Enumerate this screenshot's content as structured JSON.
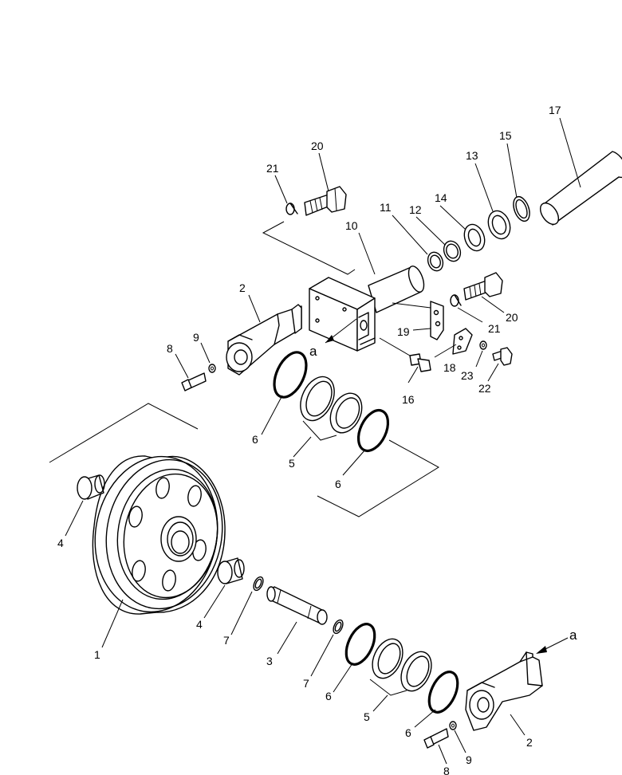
{
  "diagram": {
    "callouts": {
      "c1": "1",
      "c2a": "2",
      "c2b": "2",
      "c3": "3",
      "c4a": "4",
      "c4b": "4",
      "c5a": "5",
      "c5b": "5",
      "c6a": "6",
      "c6b": "6",
      "c6c": "6",
      "c6d": "6",
      "c7a": "7",
      "c7b": "7",
      "c8a": "8",
      "c8b": "8",
      "c9a": "9",
      "c9b": "9",
      "c10": "10",
      "c11": "11",
      "c12": "12",
      "c13": "13",
      "c14": "14",
      "c15": "15",
      "c16": "16",
      "c17": "17",
      "c18": "18",
      "c19": "19",
      "c20a": "20",
      "c20b": "20",
      "c21a": "21",
      "c21b": "21",
      "c22": "22",
      "c23": "23",
      "ref_a1": "a",
      "ref_a2": "a"
    }
  }
}
